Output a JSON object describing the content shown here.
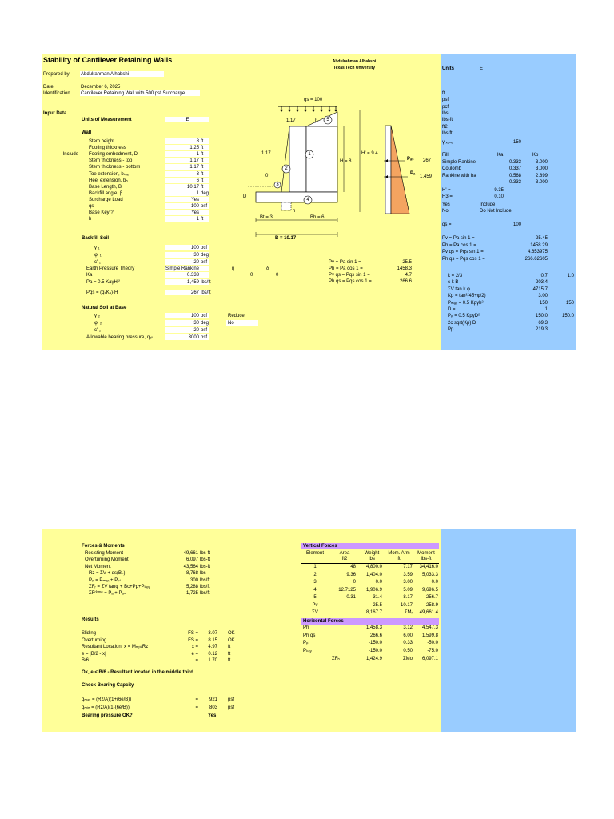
{
  "header": {
    "title": "Stability of Cantilever Retaining Walls",
    "author": "Abdulrahman Alhabshi",
    "university": "Texas Tech University",
    "prepared_by_label": "Prepared by",
    "prepared_by": "Abdulrahman Alhabshi",
    "date_label": "Date",
    "date": "December 6, 2025",
    "ident_label": "Identification",
    "ident": "Cantilever Retaining Wall with 500 psf Surcharge",
    "units_label": "Units",
    "units_value": "E"
  },
  "input": {
    "heading": "Input Data",
    "units_label": "Units of Measurement",
    "units_value": "E",
    "wall_heading": "Wall",
    "include_label": "Include",
    "rows": [
      {
        "label": "Stem height",
        "value": "8",
        "unit": "ft"
      },
      {
        "label": "Footing thickness",
        "value": "1.25",
        "unit": "ft"
      },
      {
        "label": "Footing embedment, D",
        "value": "1",
        "unit": "ft"
      },
      {
        "label": "Stem thickness - top",
        "value": "1.17",
        "unit": "ft"
      },
      {
        "label": "Stem thickness - bottom",
        "value": "1.17",
        "unit": "ft"
      },
      {
        "label": "Toe extension, bₜₒₑ",
        "value": "3",
        "unit": "ft"
      },
      {
        "label": "Heel extension, bₕ",
        "value": "6",
        "unit": "ft"
      },
      {
        "label": "Base Length, B",
        "value": "10.17",
        "unit": "ft"
      },
      {
        "label": "Backfill angle, β",
        "value": "1",
        "unit": "deg"
      },
      {
        "label": "Surcharge Load",
        "value": "Yes",
        "unit": ""
      },
      {
        "label": "qs",
        "value": "100",
        "unit": "psf"
      },
      {
        "label": "Base Key ?",
        "value": "Yes",
        "unit": ""
      },
      {
        "label": "h",
        "value": "1",
        "unit": "ft"
      }
    ],
    "backfill_heading": "Backfill Soil",
    "backfill_rows": [
      {
        "label": "γ ₁",
        "value": "100",
        "unit": "pcf"
      },
      {
        "label": "φ' ₁",
        "value": "30",
        "unit": "deg"
      },
      {
        "label": "c' ₁",
        "value": "20",
        "unit": "psf"
      },
      {
        "label": "Earth Pressure Theory",
        "value": "Simple Rankine",
        "unit": ""
      },
      {
        "label": "Ka",
        "value": "0.333",
        "unit": ""
      },
      {
        "label": "Pa = 0.5 KaγH'²",
        "value": "1,459",
        "unit": "lbs/ft"
      },
      {
        "label": "Pqs = (qₛKₐ)·H",
        "value": "267",
        "unit": "lbs/ft"
      }
    ],
    "natural_heading": "Natural Soil at Base",
    "natural_rows": [
      {
        "label": "γ ₂",
        "value": "100",
        "unit": "pcf"
      },
      {
        "label": "φ' ₂",
        "value": "30",
        "unit": "deg"
      },
      {
        "label": "c' ₂",
        "value": "20",
        "unit": "psf"
      },
      {
        "label": "Allowable bearing pressure, qₐₗₗ",
        "value": "3000",
        "unit": "psf"
      }
    ],
    "reduce_label": "Reduce",
    "reduce_value": "No",
    "eta_label": "η",
    "delta_label": "δ",
    "eta_value": "0",
    "delta_value": "0",
    "mid_forces": [
      {
        "label": "Pv = Pa sin 1 =",
        "value": "25.5"
      },
      {
        "label": "Ph = Pa cos 1 =",
        "value": "1458.3"
      },
      {
        "label": "Pv qs = Pqs sin 1 =",
        "value": "4.7"
      },
      {
        "label": "Ph qs = Pqs cos 1 =",
        "value": "266.6"
      }
    ]
  },
  "diagram": {
    "qs_label": "qs = 100",
    "top_thk": "1.17",
    "beta": "β",
    "left_thk": "1.17",
    "zero": "0",
    "h_label": "H = 8",
    "hp_label": "H' = 9.4",
    "d_label": "D",
    "h_small": "h",
    "bt_label": "Bt = 3",
    "bh_label": "Bh = 6",
    "b_label": "B = 10.17",
    "pqs_label": "Pₐₛ",
    "pqs_value": "267",
    "pa_label": "Pₐ",
    "pa_value": "1,459",
    "circles": [
      "1",
      "2",
      "3",
      "4",
      "5"
    ]
  },
  "right_panel": {
    "units_list": [
      "ft",
      "psf",
      "pcf",
      "lbs",
      "lbs-ft",
      "ft2",
      "lbs/ft"
    ],
    "gamma_conc_label": "γ ₓₒₙₑ",
    "gamma_conc_value": "150",
    "ka_header": "Ka",
    "kp_header": "Kp",
    "theories": [
      {
        "name": "Fill",
        "ka": "",
        "kp": ""
      },
      {
        "name": "Simple Rankine",
        "ka": "0.333",
        "kp": "3.000"
      },
      {
        "name": "Coulomb",
        "ka": "0.337",
        "kp": "3.000"
      },
      {
        "name": "Rankine with ba",
        "ka": "0.568",
        "kp": "2.899"
      },
      {
        "name": "",
        "ka": "0.333",
        "kp": "3.000"
      }
    ],
    "hp_label": "H' =",
    "hp_value": "9.35",
    "h3_label": "H3 =",
    "h3_value": "0.10",
    "yes_label": "Yes",
    "yes_value": "Include",
    "no_label": "No",
    "no_value": "Do Not Include",
    "qs_label": "qs =",
    "qs_value": "100",
    "forces": [
      {
        "label": "Pv = Pa sin 1 =",
        "value": "25.45"
      },
      {
        "label": "Ph = Pa cos 1 =",
        "value": "1458.29"
      },
      {
        "label": "Pv qs = Pqs sin 1 =",
        "value": "4.653975"
      },
      {
        "label": "Ph qs = Pqs cos 1 =",
        "value": "266.62605"
      }
    ],
    "passive": [
      {
        "label": "k = 2/3",
        "value": "0.7",
        "extra": "1.0"
      },
      {
        "label": "c k B",
        "value": "203.4",
        "extra": ""
      },
      {
        "label": "ΣV tan k φ",
        "value": "4715.7",
        "extra": ""
      },
      {
        "label": "Kp = tan²(45+φ/2)",
        "value": "3.00",
        "extra": ""
      },
      {
        "label": "Pₘₐₓ = 0.5 Kpγh²",
        "value": "150",
        "extra": "150"
      },
      {
        "label": "D =",
        "value": "1",
        "extra": ""
      },
      {
        "label": "Pₚ = 0.5 KpγD²",
        "value": "150.0",
        "extra": "150.0"
      },
      {
        "label": "2c sqrt(Kp) D",
        "value": "69.3",
        "extra": ""
      },
      {
        "label": "Pp",
        "value": "219.3",
        "extra": ""
      }
    ]
  },
  "forces_moments": {
    "heading": "Forces & Moments",
    "rows": [
      {
        "label": "Resisting Moment",
        "value": "49,661",
        "unit": "lbs-ft"
      },
      {
        "label": "Overturning Moment",
        "value": "6,097",
        "unit": "lbs-ft"
      },
      {
        "label": "Net Moment",
        "value": "43,564",
        "unit": "lbs-ft"
      },
      {
        "label": "Rz = ΣV + qs(Bₕ)",
        "value": "8,768",
        "unit": "lbs"
      },
      {
        "label": "Pₚ = Pₘₐₓ + Pₚₗ",
        "value": "300",
        "unit": "lbs/ft"
      },
      {
        "label": "ΣFᵣ = ΣV tanφ + Bc+Pp+Pₖₑᵧ",
        "value": "5,288",
        "unit": "lbs/ft"
      },
      {
        "label": "ΣFᵈᵒᵐᵉ = Pₐ + Pₐₛ",
        "value": "1,725",
        "unit": "lbs/ft"
      }
    ]
  },
  "results": {
    "heading": "Results",
    "rows": [
      {
        "label": "Sliding",
        "sym": "FS =",
        "value": "3.07",
        "unit": "OK"
      },
      {
        "label": "Overturning",
        "sym": "FS =",
        "value": "8.15",
        "unit": "OK"
      },
      {
        "label": "Resultant Location,  x = Mₙₑₜ/Rz",
        "sym": "x =",
        "value": "4.97",
        "unit": "ft"
      },
      {
        "label": "e = |B/2 - x|",
        "sym": "e =",
        "value": "0.12",
        "unit": "ft"
      },
      {
        "label": "B/6",
        "sym": "=",
        "value": "1.70",
        "unit": "ft"
      }
    ],
    "conclusion": "Ok, e < B/6 - Resultant located in the middle third",
    "bearing_heading": "Check Bearing Capcity",
    "bearing_rows": [
      {
        "label": "qₘₐₓ = (Rz/A)(1+(6e/B))",
        "sym": "=",
        "value": "921",
        "unit": "psf"
      },
      {
        "label": "qₘᵢₙ = (Rz/A)(1-(6e/B))",
        "sym": "=",
        "value": "803",
        "unit": "psf"
      }
    ],
    "bearing_ok_label": "Bearing pressure OK?",
    "bearing_ok_value": "Yes"
  },
  "vertical_forces": {
    "heading": "Vertical Forces",
    "columns": [
      "Element",
      "Area",
      "Weight",
      "Mom. Arm",
      "Moment"
    ],
    "units": [
      "",
      "ft2",
      "lbs",
      "ft",
      "lbs-ft"
    ],
    "rows": [
      [
        "1",
        "48",
        "4,800.0",
        "7.17",
        "34,416.0"
      ],
      [
        "2",
        "9.36",
        "1,404.0",
        "3.59",
        "5,033.3"
      ],
      [
        "3",
        "0",
        "0.0",
        "3.00",
        "0.0"
      ],
      [
        "4",
        "12.7125",
        "1,906.9",
        "5.09",
        "9,696.5"
      ],
      [
        "5",
        "0.31",
        "31.4",
        "8.17",
        "256.7"
      ],
      [
        "Pv",
        "",
        "25.5",
        "10.17",
        "258.9"
      ],
      [
        "ΣV",
        "",
        "8,167.7",
        "ΣMᵣ",
        "49,661.4"
      ]
    ]
  },
  "horizontal_forces": {
    "heading": "Horizontal Forces",
    "rows": [
      [
        "Ph",
        "1,458.3",
        "3.12",
        "4,547.3"
      ],
      [
        "Ph qs",
        "266.6",
        "6.00",
        "1,599.8"
      ],
      [
        "Pₚₗ",
        "-150.0",
        "0.33",
        "-50.0"
      ],
      [
        "Pₖₑᵧ",
        "-150.0",
        "0.50",
        "-75.0"
      ],
      [
        "ΣFₕ",
        "1,424.9",
        "ΣMo",
        "6,097.1"
      ]
    ]
  },
  "colors": {
    "yellow": "#ffff99",
    "blue": "#99ccff",
    "purple": "#cc99ff",
    "soil": "#f4a460"
  }
}
